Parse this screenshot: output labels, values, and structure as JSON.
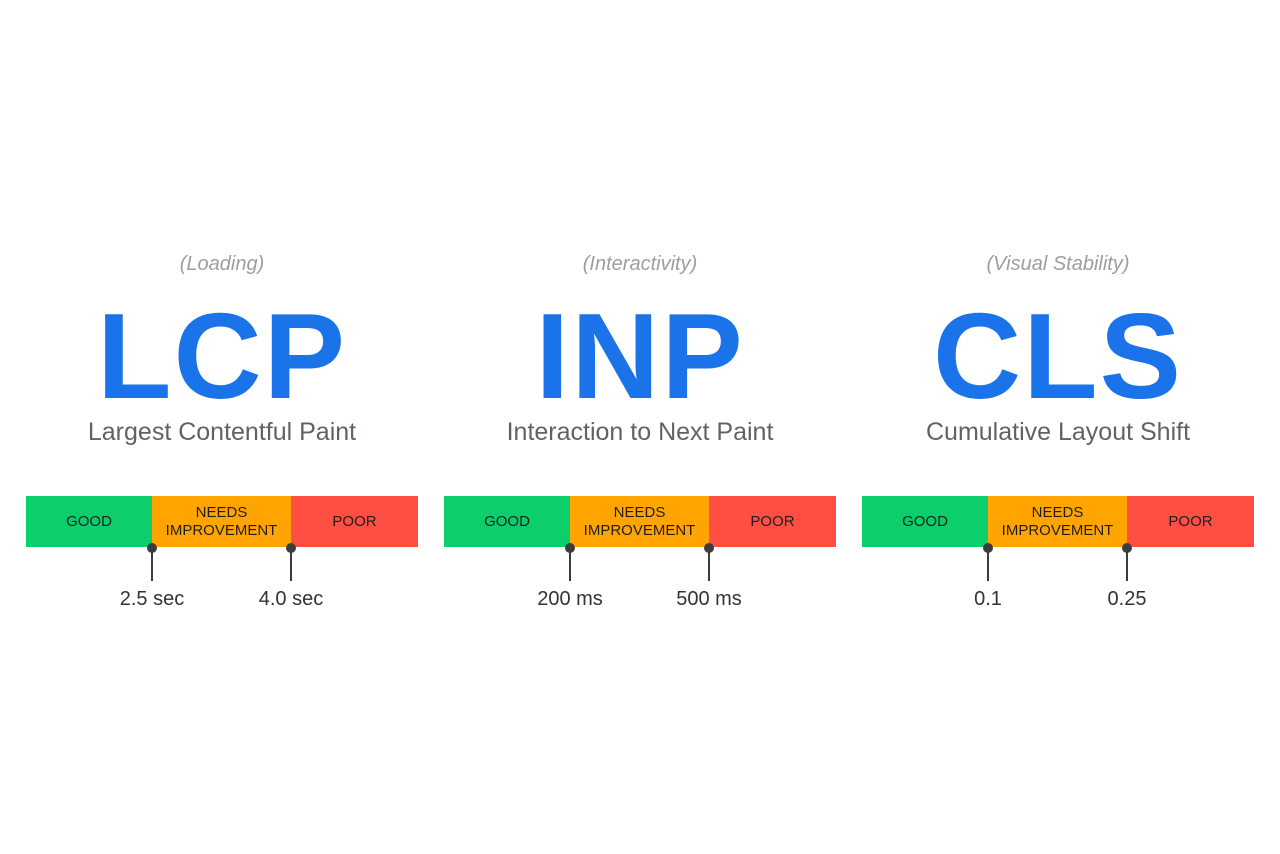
{
  "colors": {
    "acronym": "#1a73e8",
    "good": "#0cce6b",
    "needs_improvement": "#ffa400",
    "poor": "#ff4e42"
  },
  "metrics": [
    {
      "category": "(Loading)",
      "acronym": "LCP",
      "name": "Largest Contentful Paint",
      "segments": {
        "good": "GOOD",
        "needs": "NEEDS IMPROVEMENT",
        "poor": "POOR"
      },
      "thresholds": [
        "2.5 sec",
        "4.0 sec"
      ]
    },
    {
      "category": "(Interactivity)",
      "acronym": "INP",
      "name": "Interaction to Next Paint",
      "segments": {
        "good": "GOOD",
        "needs": "NEEDS IMPROVEMENT",
        "poor": "POOR"
      },
      "thresholds": [
        "200 ms",
        "500 ms"
      ]
    },
    {
      "category": "(Visual Stability)",
      "acronym": "CLS",
      "name": "Cumulative Layout Shift",
      "segments": {
        "good": "GOOD",
        "needs": "NEEDS IMPROVEMENT",
        "poor": "POOR"
      },
      "thresholds": [
        "0.1",
        "0.25"
      ]
    }
  ]
}
